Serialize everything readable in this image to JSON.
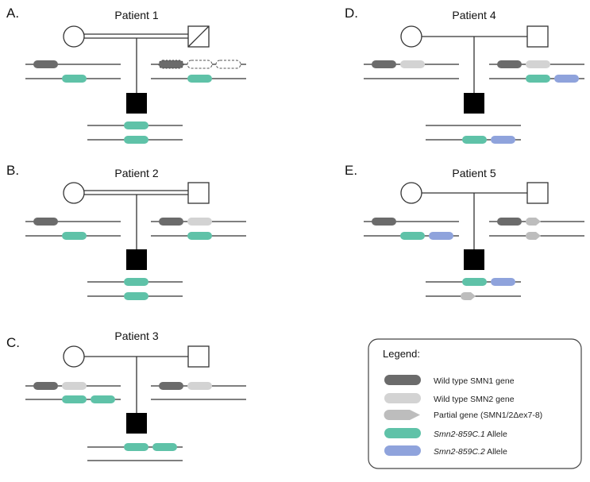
{
  "panels": [
    {
      "letter": "A.",
      "title": "Patient 1"
    },
    {
      "letter": "B.",
      "title": "Patient 2"
    },
    {
      "letter": "C.",
      "title": "Patient 3"
    },
    {
      "letter": "D.",
      "title": "Patient 4"
    },
    {
      "letter": "E.",
      "title": "Patient 5"
    }
  ],
  "legend": {
    "title": "Legend:",
    "items": [
      {
        "key": "wt-smn1",
        "label": "Wild type SMN1 gene",
        "color": "#6b6b6b"
      },
      {
        "key": "wt-smn2",
        "label": "Wild type SMN2 gene",
        "color": "#d3d3d3"
      },
      {
        "key": "partial",
        "label": "Partial gene (SMN1/2Δex7-8)",
        "color": "#bdbdbd"
      },
      {
        "key": "c1",
        "label_italic": "Smn2-859C.1",
        "label_rest": " Allele",
        "color": "#5fc2a8"
      },
      {
        "key": "c2",
        "label_italic": "Smn2-859C.2",
        "label_rest": " Allele",
        "color": "#8fa3dc"
      }
    ]
  },
  "colors": {
    "line": "#333333",
    "affected": "#000000",
    "wt_smn1": "#6b6b6b",
    "wt_smn2": "#d3d3d3",
    "partial": "#bdbdbd",
    "c1": "#5fc2a8",
    "c2": "#8fa3dc",
    "deleted_border": "#555555"
  }
}
